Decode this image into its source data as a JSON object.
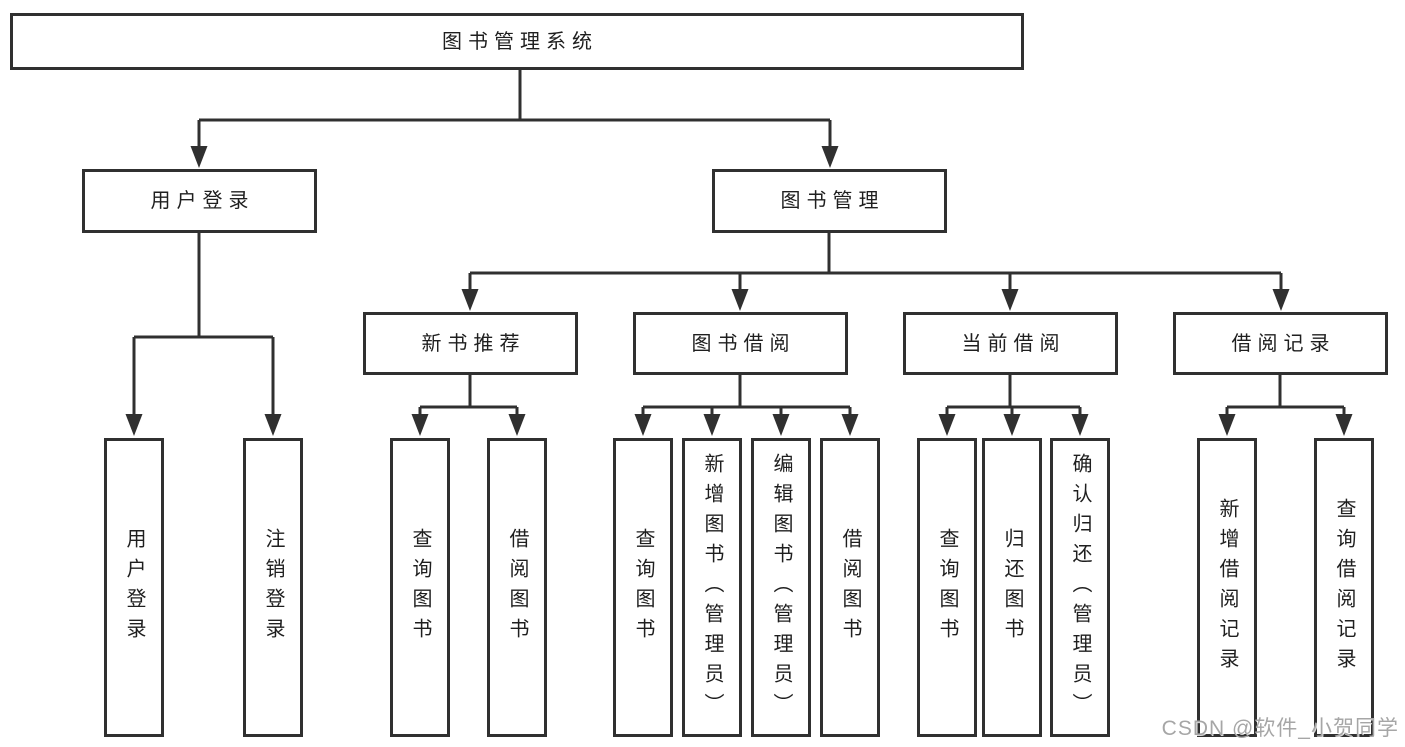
{
  "colors": {
    "background": "#ffffff",
    "line": "#303030",
    "box_border": "#303030",
    "box_fill": "#ffffff",
    "text": "#1f1f1f",
    "watermark": "#a6a6a6"
  },
  "tree": {
    "root": {
      "label": "图书管理系统"
    },
    "children": [
      {
        "label": "用户登录",
        "children": [
          {
            "label": "用户登录"
          },
          {
            "label": "注销登录"
          }
        ]
      },
      {
        "label": "图书管理",
        "children": [
          {
            "label": "新书推荐",
            "children": [
              {
                "label": "查询图书"
              },
              {
                "label": "借阅图书"
              }
            ]
          },
          {
            "label": "图书借阅",
            "children": [
              {
                "label": "查询图书"
              },
              {
                "label": "新增图书（管理员）"
              },
              {
                "label": "编辑图书（管理员）"
              },
              {
                "label": "借阅图书"
              }
            ]
          },
          {
            "label": "当前借阅",
            "children": [
              {
                "label": "查询图书"
              },
              {
                "label": "归还图书"
              },
              {
                "label": "确认归还（管理员）"
              }
            ]
          },
          {
            "label": "借阅记录",
            "children": [
              {
                "label": "新增借阅记录"
              },
              {
                "label": "查询借阅记录"
              }
            ]
          }
        ]
      }
    ]
  },
  "watermark": {
    "text": "CSDN @软件_小贺同学"
  }
}
